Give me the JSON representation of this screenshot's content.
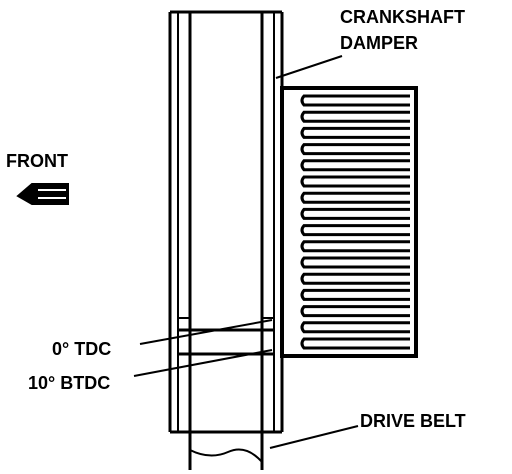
{
  "labels": {
    "crankshaft": "CRANKSHAFT",
    "damper": "DAMPER",
    "front": "FRONT",
    "tdc": "0° TDC",
    "btdc": "10° BTDC",
    "drive_belt": "DRIVE BELT"
  },
  "icons": {
    "front_arrow": "arrow-left-icon"
  },
  "colors": {
    "ink": "#000000",
    "background": "#ffffff"
  }
}
